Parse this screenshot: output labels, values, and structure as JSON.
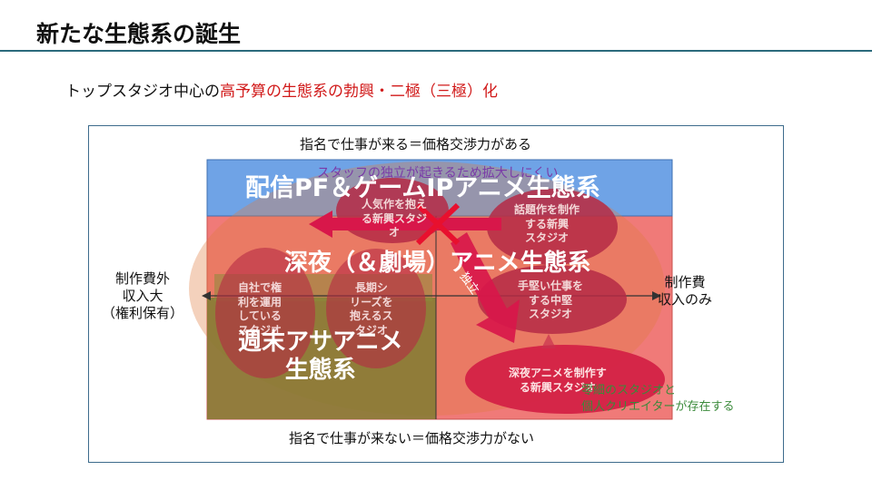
{
  "slide": {
    "title": "新たな生態系の誕生",
    "subtitle_prefix": "トップスタジオ中心の",
    "subtitle_highlight": "高予算の生態系の勃興・二極（三極）化"
  },
  "axes": {
    "top": "指名で仕事が来る＝価格交渉力がある",
    "bottom": "指名で仕事が来ない＝価格交渉力がない",
    "left": [
      "制作費外",
      "収入大",
      "（権利保有）"
    ],
    "right": [
      "制作費",
      "収入のみ"
    ]
  },
  "zones": {
    "haishin": "配信PF＆ゲームIPアニメ生態系",
    "shinya": "深夜（＆劇場）アニメ生態系",
    "shumatsu": [
      "週末アサアニメ",
      "生態系"
    ]
  },
  "notes": {
    "staff": "スタッフの独立が起きるため拡大しにくい",
    "independent": "独立",
    "green": [
      "零細のスタジオと",
      "個人クリエイターが存在する"
    ]
  },
  "bubbles": {
    "ninki": [
      "人気作を抱え",
      "る新興スタジ",
      "オ"
    ],
    "wadai": [
      "話題作を制作",
      "する新興",
      "スタジオ"
    ],
    "tegatai": [
      "手堅い仕事を",
      "する中堅",
      "スタジオ"
    ],
    "jisha": [
      "自社で権",
      "利を運用",
      "している",
      "スタジオ"
    ],
    "choki": [
      "長期シ",
      "リーズを",
      "抱えるス",
      "タジオ"
    ],
    "shinya_new": [
      "深夜アニメを制作す",
      "る新興スタジオ"
    ]
  },
  "colors": {
    "title_rule": "#2b6a7c",
    "highlight_text": "#d11a1a",
    "haishin_band": "#6fa3e6",
    "shinya_zone": "#f07a78",
    "shumatsu_zone": "#8a8a3a",
    "bubble_fill": "#b52a45",
    "arrow": "#d8174a",
    "green_note": "#3a8a3a"
  }
}
